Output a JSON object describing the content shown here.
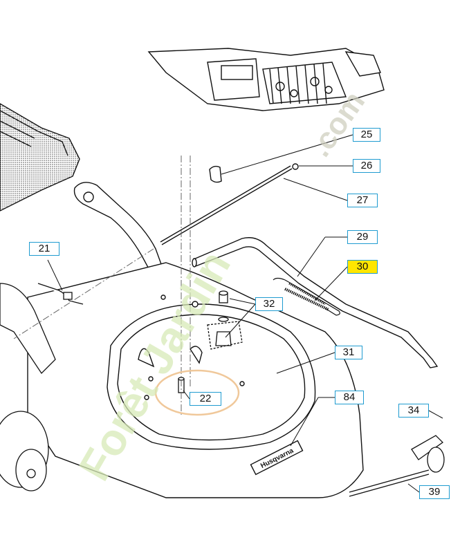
{
  "brand_label": "Husqvarna",
  "watermark": {
    "name": "Forêt Jardin",
    "domain": ".com"
  },
  "parts": [
    {
      "id": "p25",
      "label": "25",
      "highlighted": false
    },
    {
      "id": "p26",
      "label": "26",
      "highlighted": false
    },
    {
      "id": "p27",
      "label": "27",
      "highlighted": false
    },
    {
      "id": "p29",
      "label": "29",
      "highlighted": false
    },
    {
      "id": "p30",
      "label": "30",
      "highlighted": true
    },
    {
      "id": "p21",
      "label": "21",
      "highlighted": false
    },
    {
      "id": "p32",
      "label": "32",
      "highlighted": false
    },
    {
      "id": "p31",
      "label": "31",
      "highlighted": false
    },
    {
      "id": "p84",
      "label": "84",
      "highlighted": false
    },
    {
      "id": "p22",
      "label": "22",
      "highlighted": false
    },
    {
      "id": "p34",
      "label": "34",
      "highlighted": false
    },
    {
      "id": "p39",
      "label": "39",
      "highlighted": false
    }
  ],
  "colors": {
    "callout_border": "#1e9bd0",
    "highlight": "#ffe600",
    "watermark_green": "#d8eab8",
    "watermark_orange": "#f0c89a"
  }
}
